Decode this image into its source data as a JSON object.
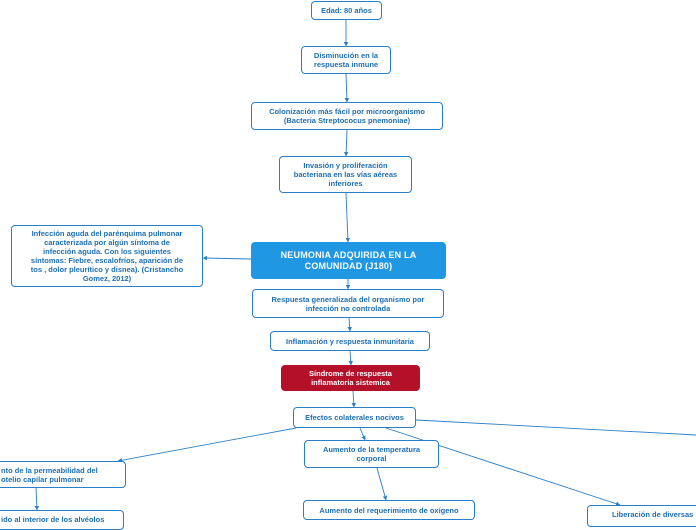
{
  "nodes": {
    "age": "Edad: 80 años",
    "immune": "Disminución en la\nrespuesta inmune",
    "colonization": "Colonización más fácil por microorganismo\n(Bacteria Streptococus pnemoniae)",
    "invasion": "Invasión y proliferación\nbacteriana en las vías aéreas\ninferiores",
    "definition": "Infección aguda del parénquima pulmonar\ncaracterizada por algún síntoma de\ninfección aguda. Con los siguientes\nsíntomas: Fiebre, escalofríos, aparición de\ntos , dolor pleurítico y disnea). (Cristancho\nGomez, 2012)",
    "main": "NEUMONIA ADQUIRIDA EN LA\nCOMUNIDAD (J180)",
    "generalized": "Respuesta generalizada del organismo por\ninfección no controlada",
    "inflammation": "Inflamación y respuesta inmunitaria",
    "sirs": "Síndrome de respuesta\ninflamatoria sistemica",
    "effects": "Efectos colaterales nocivos",
    "permeability": "nto de la permeabilidad del\notelio capilar pulmonar",
    "alveoli": "ido al interior de los alvéolos",
    "temperature": "Aumento de la temperatura\ncorporal",
    "oxygen": "Aumento del requerimiento de oxígeno",
    "release": "Liberación de diversas"
  },
  "colors": {
    "node_border": "#2a7fc6",
    "node_text": "#1d6fb5",
    "main_fill": "#1f97e3",
    "alert_fill": "#b4102a",
    "connector": "#2a7fc6"
  }
}
